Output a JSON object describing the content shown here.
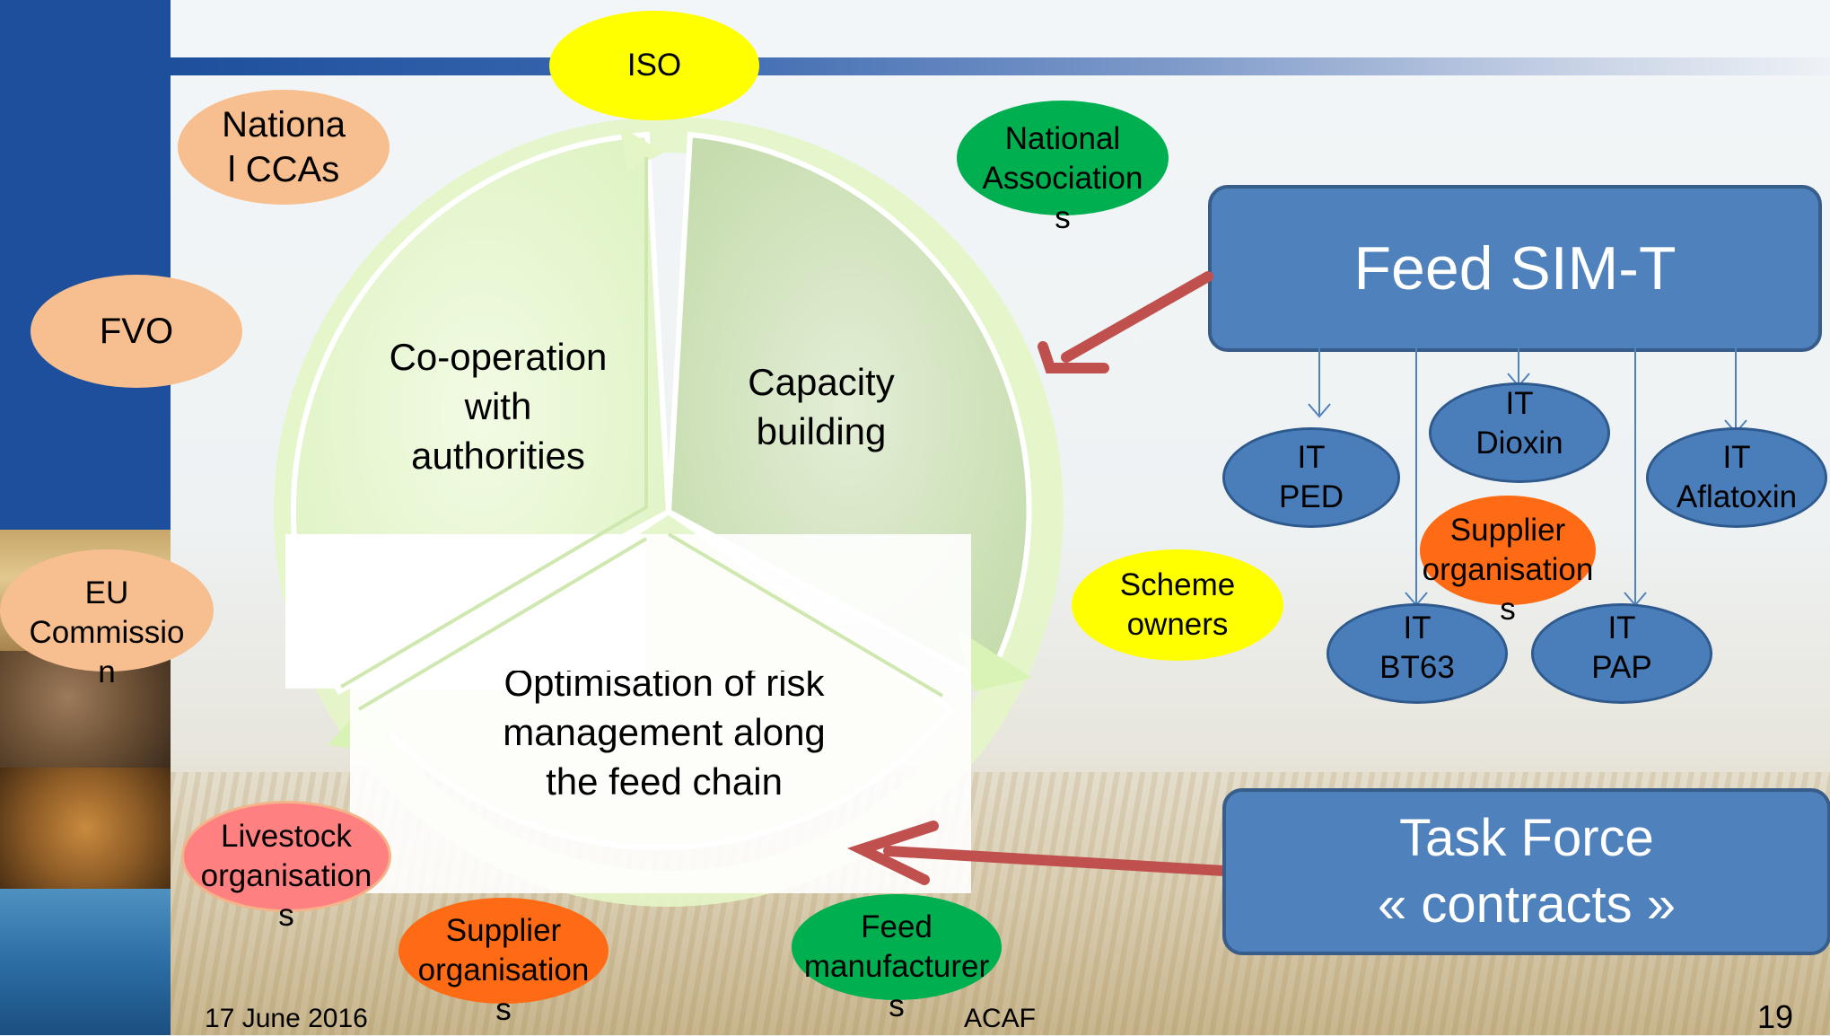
{
  "slide": {
    "date": "17 June 2016",
    "footer_center": "ACAF",
    "page_number": "19"
  },
  "cycle": {
    "segment_1": "Co-operation\nwith\nauthorities",
    "segment_2": "Capacity\nbuilding",
    "segment_3": "Optimisation of risk\nmanagement along\nthe feed chain"
  },
  "stakeholders": {
    "iso": "ISO",
    "national_ccas": "Nationa\nl CCAs",
    "fvo": "FVO",
    "eu_commission": "EU\nCommissio\nn",
    "national_associations": "National\nAssociation\ns",
    "scheme_owners": "Scheme\nowners",
    "livestock_organisations": "Livestock\norganisation\ns",
    "supplier_organisations_bottom": "Supplier\norganisation\ns",
    "feed_manufacturers": "Feed\nmanufacturer\ns"
  },
  "feed_sim_t": {
    "title": "Feed SIM-T",
    "it_ped": "IT\nPED",
    "it_dioxin": "IT\nDioxin",
    "it_aflatoxin": "IT\nAflatoxin",
    "supplier_organisations": "Supplier\norganisation\ns",
    "it_bt63": "IT\nBT63",
    "it_pap": "IT\nPAP"
  },
  "task_force": {
    "title": "Task Force\n« contracts »"
  },
  "colors": {
    "box_blue": "#4f81bd",
    "arrow_red": "#c0504d",
    "cycle_green": "#d9f2b5"
  }
}
